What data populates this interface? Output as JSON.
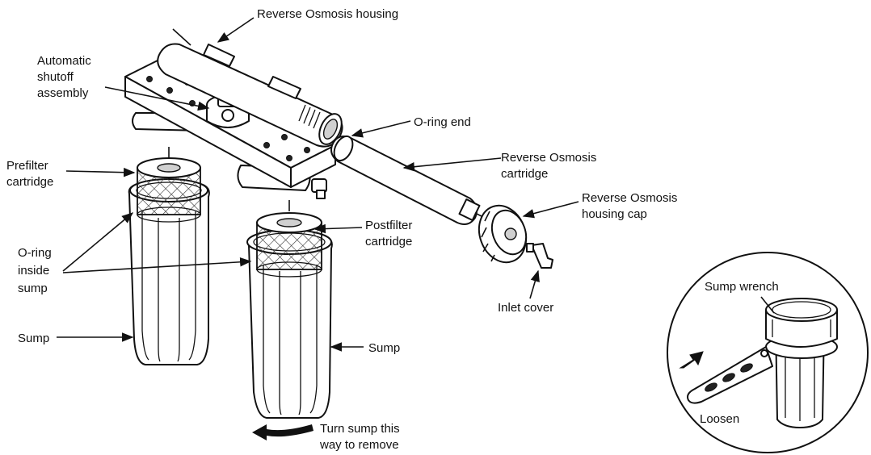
{
  "labels": {
    "ro_housing": "Reverse Osmosis housing",
    "auto_shutoff_1": "Automatic",
    "auto_shutoff_2": "shutoff",
    "auto_shutoff_3": "assembly",
    "oring_end": "O-ring end",
    "ro_cartridge_1": "Reverse Osmosis",
    "ro_cartridge_2": "cartridge",
    "ro_cap_1": "Reverse Osmosis",
    "ro_cap_2": "housing cap",
    "prefilter_1": "Prefilter",
    "prefilter_2": "cartridge",
    "postfilter_1": "Postfilter",
    "postfilter_2": "cartridge",
    "oring_sump_1": "O-ring",
    "oring_sump_2": "inside",
    "oring_sump_3": "sump",
    "inlet_cover": "Inlet cover",
    "sump_left": "Sump",
    "sump_right": "Sump",
    "turn_1": "Turn sump this",
    "turn_2": "way to remove",
    "sump_wrench": "Sump wrench",
    "loosen": "Loosen"
  }
}
